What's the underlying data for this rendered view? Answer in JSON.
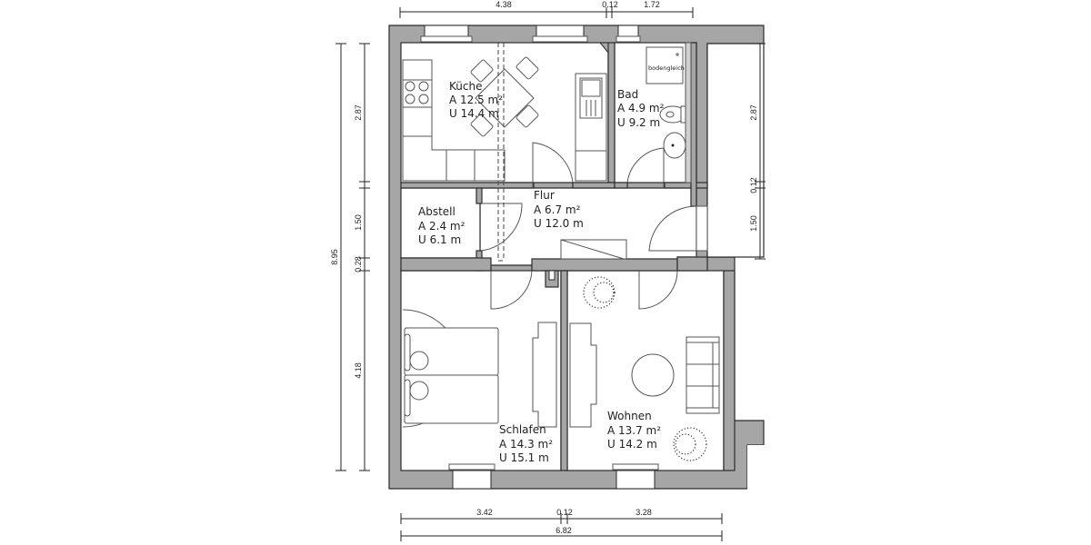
{
  "dimensions": {
    "top": [
      {
        "label": "4.38"
      },
      {
        "label": "0.12"
      },
      {
        "label": "1.72"
      }
    ],
    "bottom": [
      {
        "label": "3.42"
      },
      {
        "label": "0.12"
      },
      {
        "label": "3.28"
      }
    ],
    "bottom_total": "6.82",
    "left_total": "8.95",
    "left": [
      {
        "label": "2.87"
      },
      {
        "label": "1.50"
      },
      {
        "label": "0.28"
      },
      {
        "label": "4.18"
      }
    ],
    "right": [
      {
        "label": "2.87"
      },
      {
        "label": "0.12"
      },
      {
        "label": "1.50"
      }
    ]
  },
  "rooms": {
    "kueche": {
      "name": "Küche",
      "area": "A 12.5 m²",
      "perimeter": "U  14.4 m"
    },
    "bad": {
      "name": "Bad",
      "area": "A 4.9 m²",
      "perimeter": "U 9.2 m",
      "shower_label": "bodengleich"
    },
    "abstell": {
      "name": "Abstell",
      "area": "A 2.4 m²",
      "perimeter": "U 6.1 m"
    },
    "flur": {
      "name": "Flur",
      "area": "A 6.7 m²",
      "perimeter": "U 12.0 m"
    },
    "schlafen": {
      "name": "Schlafen",
      "area": "A 14.3 m²",
      "perimeter": "U 15.1 m"
    },
    "wohnen": {
      "name": "Wohnen",
      "area": "A 13.7 m²",
      "perimeter": "U 14.2 m"
    }
  },
  "colors": {
    "wall": "#a6a6a6",
    "outline": "#2b2b2b",
    "background": "#ffffff"
  }
}
